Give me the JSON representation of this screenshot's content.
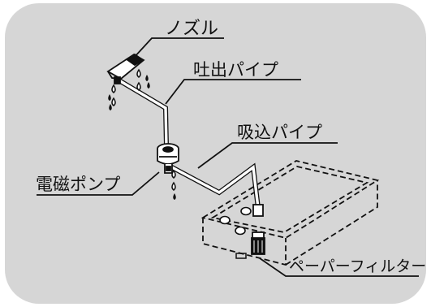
{
  "labels": {
    "nozzle": "ノズル",
    "discharge_pipe": "吐出パイプ",
    "suction_pipe": "吸込パイプ",
    "pump": "電磁ポンプ",
    "filter": "ペーパーフィルター"
  },
  "colors": {
    "background_panel": "#d6d6d6",
    "line": "#111111",
    "white": "#ffffff"
  }
}
